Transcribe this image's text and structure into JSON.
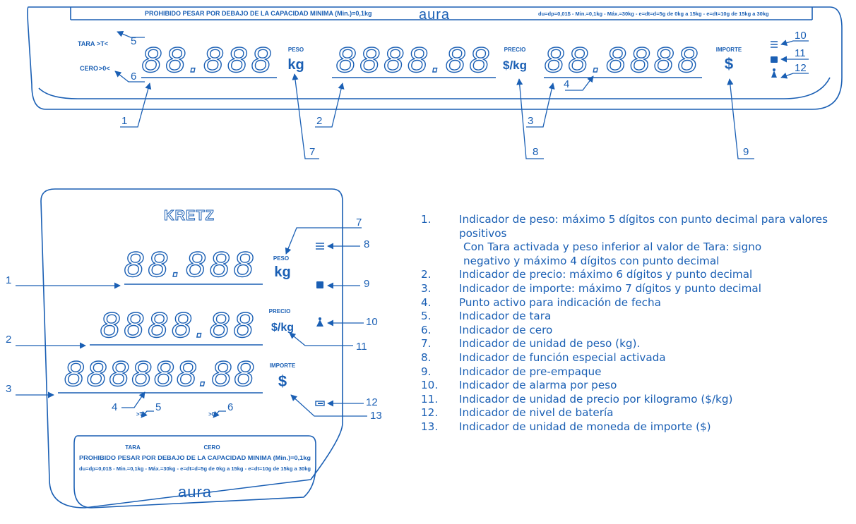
{
  "colors": {
    "line": "#1a5fb4",
    "text": "#1a5fb4"
  },
  "top_display": {
    "banner_left": "PROHIBIDO PESAR POR DEBAJO DE LA CAPACIDAD MINIMA (Min.)=0,1kg",
    "brand": "aura",
    "banner_right": "du=dp=0,01$ - Min.=0,1kg - Máx.=30kg - e=dt=d=5g de 0kg a 15kg - e=dt=10g de 15kg a 30kg",
    "tara_label": "TARA",
    "tara_symbol": ">T<",
    "cero_label": "CERO",
    "cero_symbol": ">0<",
    "weight_digits": "88.888",
    "price_digits": "8888.88",
    "amount_digits": "88.8888",
    "peso_label": "PESO",
    "kg_unit": "kg",
    "precio_label": "PRECIO",
    "per_kg_unit": "$/kg",
    "importe_label": "IMPORTE",
    "currency_unit": "$",
    "callouts": [
      "1",
      "2",
      "3",
      "4",
      "5",
      "6",
      "7",
      "8",
      "9",
      "10",
      "11",
      "12"
    ],
    "icons": [
      "special-function-icon",
      "pre-pack-icon",
      "weight-alarm-icon"
    ]
  },
  "bottom_display": {
    "brand_top": "KRETZ",
    "weight_digits": "88.888",
    "price_digits": "8888.88",
    "amount_digits": "888888.88",
    "peso_label": "PESO",
    "kg_unit": "kg",
    "precio_label": "PRECIO",
    "per_kg_unit": "$/kg",
    "importe_label": "IMPORTE",
    "currency_unit": "$",
    "tara_symbol": ">T<",
    "cero_symbol": ">0<",
    "tara_label": "TARA",
    "cero_label": "CERO",
    "banner_line1": "PROHIBIDO PESAR POR DEBAJO DE LA CAPACIDAD MINIMA (Min.)=0,1kg",
    "banner_line2": "du=dp=0,01$ - Min.=0,1kg - Máx.=30kg - e=dt=d=5g de 0kg a 15kg - e=dt=10g de 15kg a 30kg",
    "brand_bottom": "aura",
    "callouts": [
      "1",
      "2",
      "3",
      "4",
      "5",
      "6",
      "7",
      "8",
      "9",
      "10",
      "11",
      "12",
      "13"
    ],
    "icons": [
      "special-function-icon",
      "pre-pack-icon",
      "weight-alarm-icon",
      "battery-icon"
    ]
  },
  "legend": [
    {
      "num": "1.",
      "text": "Indicador de peso: máximo 5 dígitos con punto decimal para valores positivos",
      "sub": [
        "Con Tara activada y  peso inferior al valor de Tara: signo",
        "negativo y máximo 4 dígitos con punto decimal"
      ]
    },
    {
      "num": "2.",
      "text": "Indicador de precio: máximo 6 dígitos y punto decimal"
    },
    {
      "num": "3.",
      "text": "Indicador de importe: máximo 7 dígitos y punto decimal"
    },
    {
      "num": "4.",
      "text": "Punto activo para indicación de fecha"
    },
    {
      "num": "5.",
      "text": "Indicador de tara"
    },
    {
      "num": "6.",
      "text": "Indicador de cero"
    },
    {
      "num": "7.",
      "text": "Indicador de unidad de peso (kg)."
    },
    {
      "num": "8.",
      "text": "Indicador de función especial activada"
    },
    {
      "num": "9.",
      "text": "Indicador de pre-empaque"
    },
    {
      "num": "10.",
      "text": "Indicador de alarma por peso"
    },
    {
      "num": "11.",
      "text": "Indicador de unidad de precio por kilogramo ($/kg)"
    },
    {
      "num": "12.",
      "text": "Indicador de nivel de batería"
    },
    {
      "num": "13.",
      "text": "Indicador de unidad de moneda de importe  ($)"
    }
  ]
}
